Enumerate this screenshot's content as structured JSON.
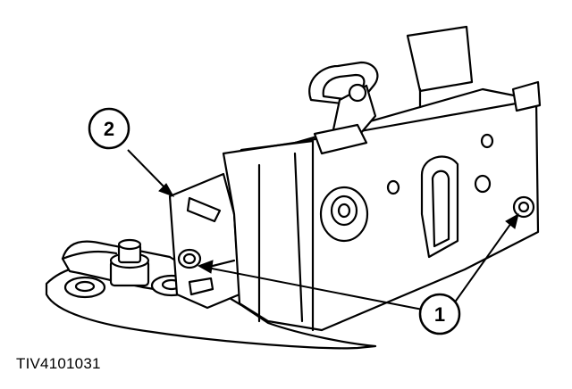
{
  "callouts": [
    {
      "id": "1",
      "label": "1"
    },
    {
      "id": "2",
      "label": "2"
    }
  ],
  "figure_id": "TIV4101031",
  "colors": {
    "ink": "#000000",
    "paper": "#ffffff"
  }
}
